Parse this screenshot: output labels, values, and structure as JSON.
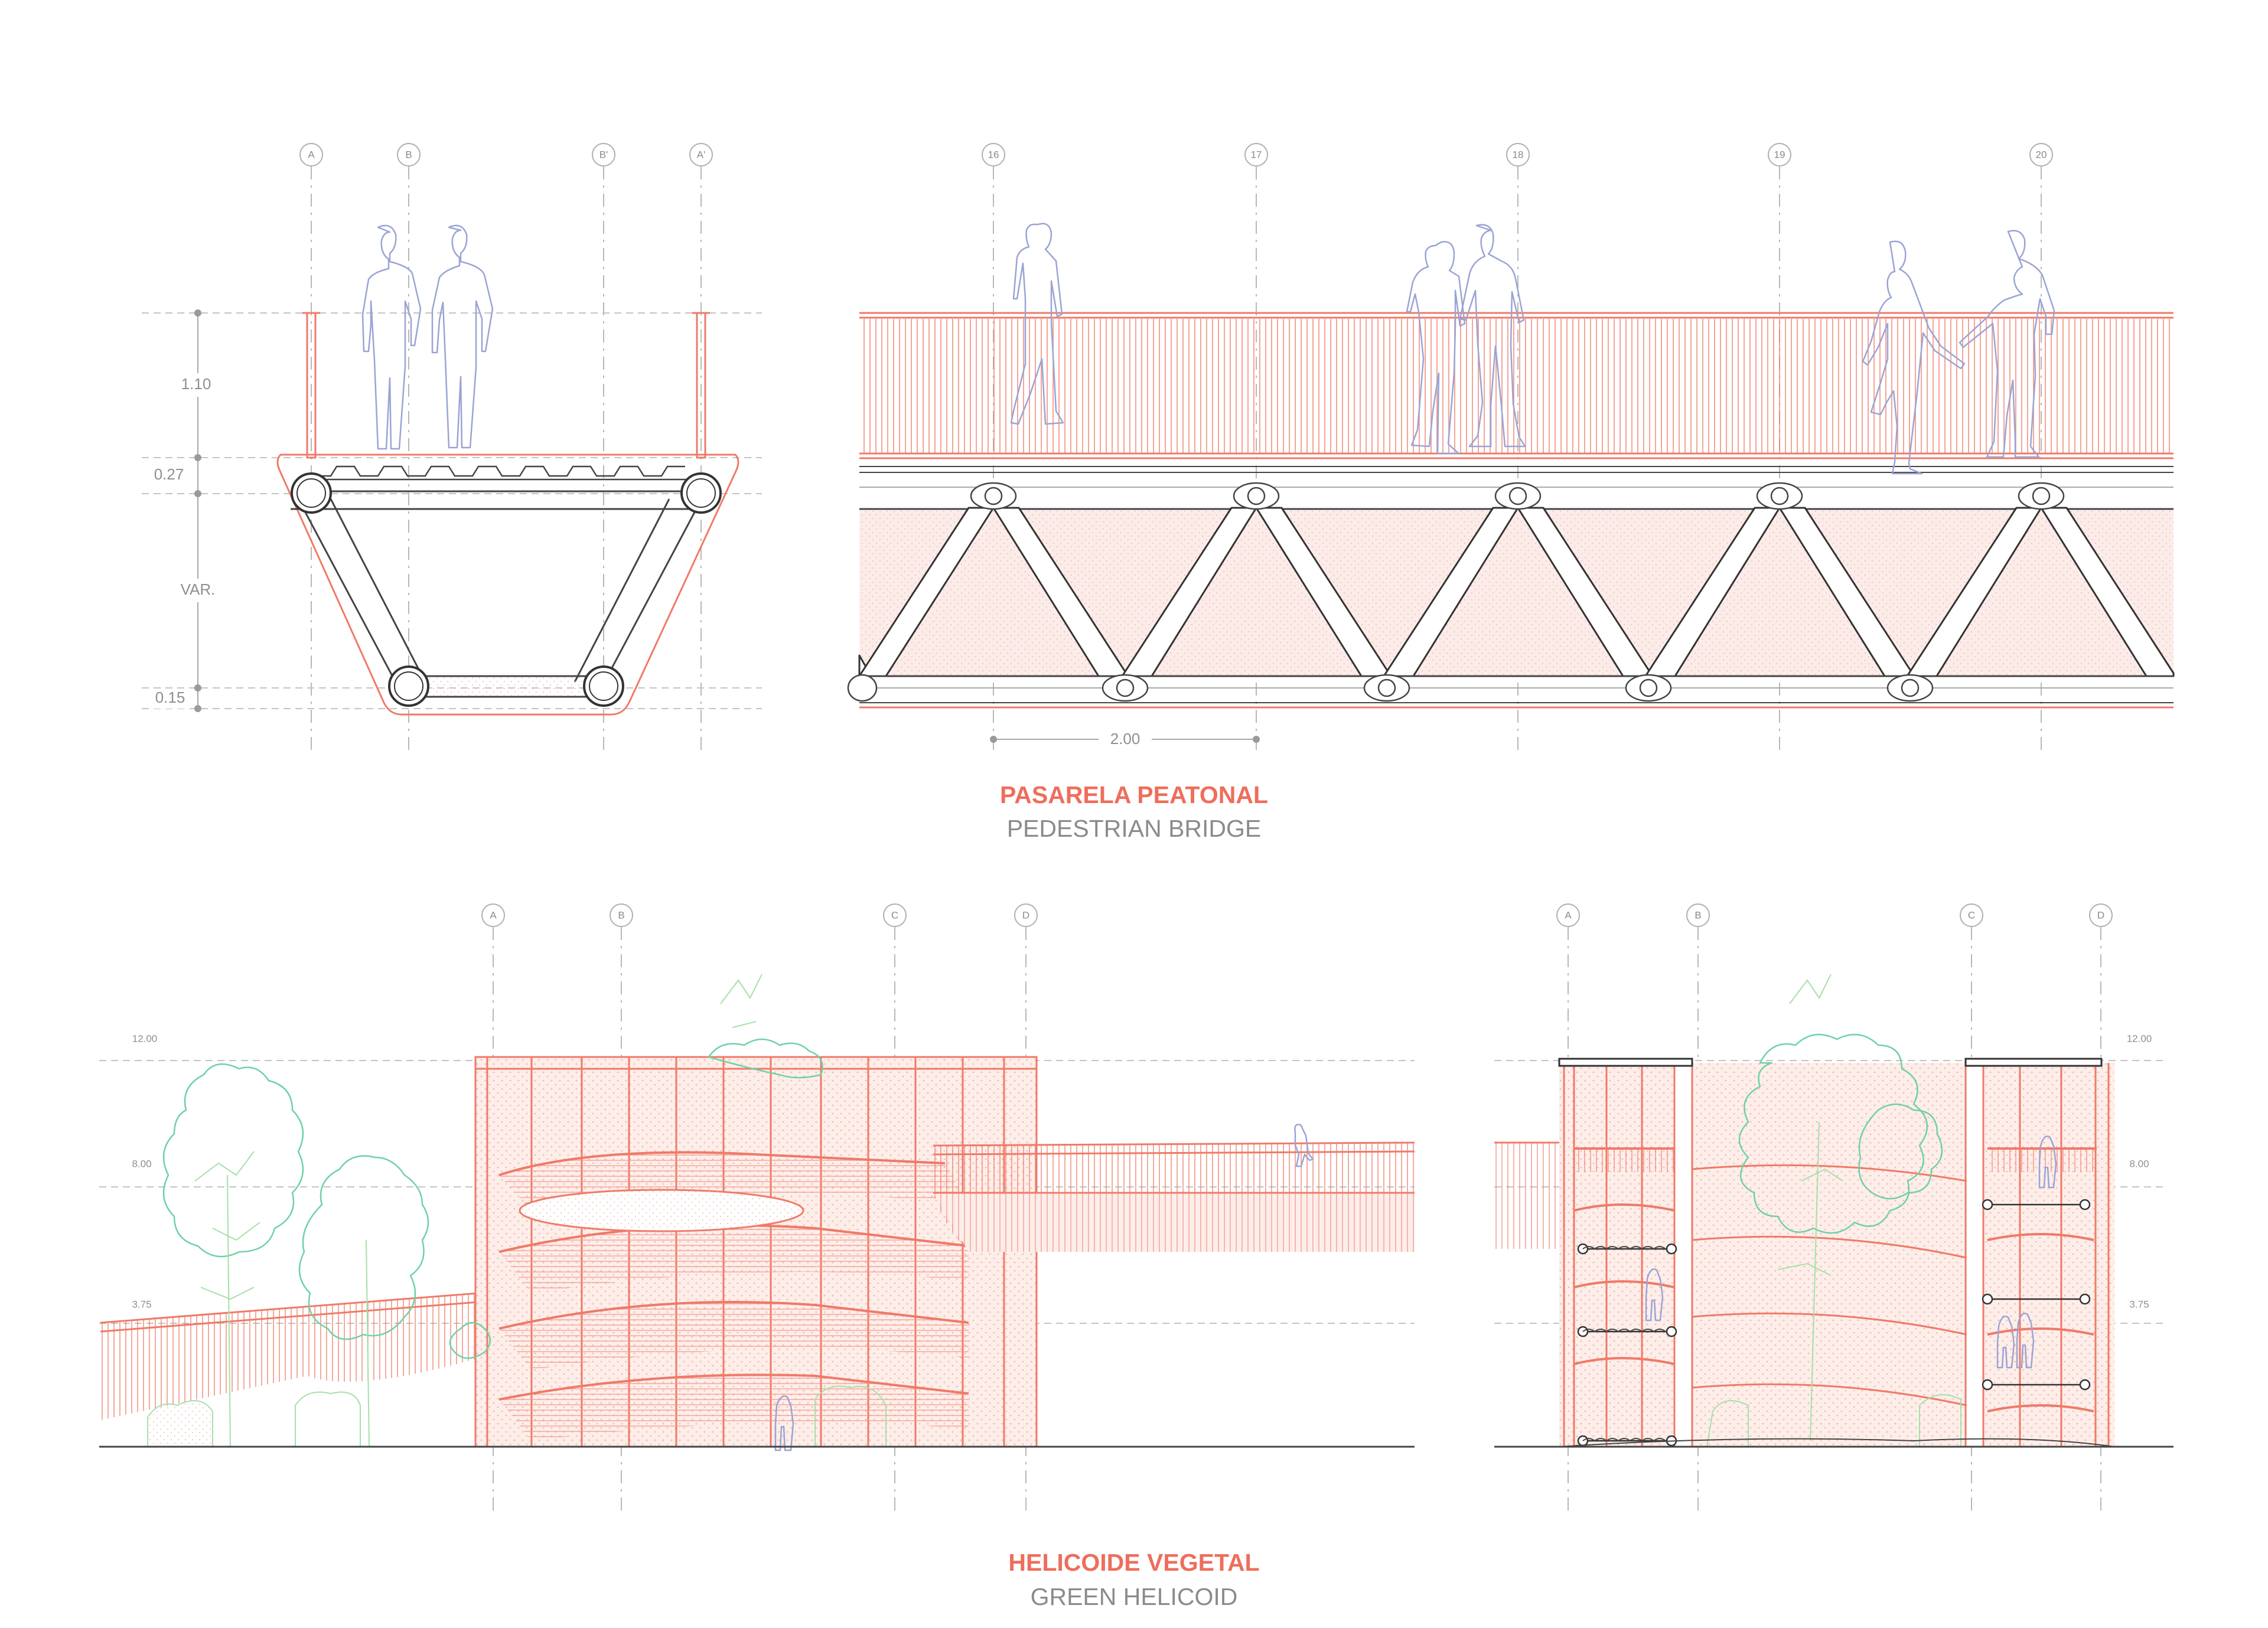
{
  "bridge_section": {
    "grid_labels": [
      "A",
      "B",
      "B'",
      "A'"
    ],
    "dims": [
      "1.10",
      "0.27",
      "VAR.",
      "0.15"
    ]
  },
  "bridge_elevation": {
    "grid_labels": [
      "16",
      "17",
      "18",
      "19",
      "20"
    ],
    "span_dim": "2.00"
  },
  "bridge_title": {
    "es": "PASARELA PEATONAL",
    "en": "PEDESTRIAN BRIDGE"
  },
  "helicoid_elevation": {
    "grid_labels": [
      "A",
      "B",
      "C",
      "D"
    ],
    "levels": [
      "12.00",
      "8.00",
      "3.75"
    ]
  },
  "helicoid_section": {
    "grid_labels": [
      "A",
      "B",
      "C",
      "D"
    ],
    "levels": [
      "12.00",
      "8.00",
      "3.75"
    ]
  },
  "helicoid_title": {
    "es": "HELICOIDE VEGETAL",
    "en": "GREEN HELICOID"
  },
  "colors": {
    "accent": "#ee6e5c",
    "caption_grey": "#8b8b8b",
    "people": "#9aa4d4",
    "trees": "#6fd1a6"
  }
}
